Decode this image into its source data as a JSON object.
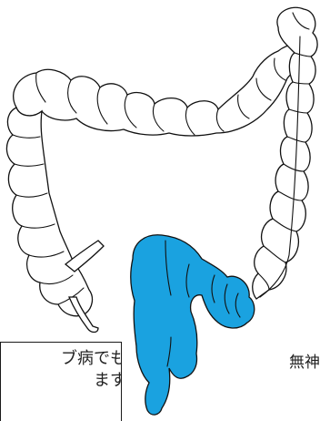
{
  "diagram": {
    "highlight_color": "#1aa2e0",
    "outline_color": "#111111"
  },
  "note": {
    "line1": "ブ病でも",
    "line2": "ます"
  },
  "side_text": "無神"
}
